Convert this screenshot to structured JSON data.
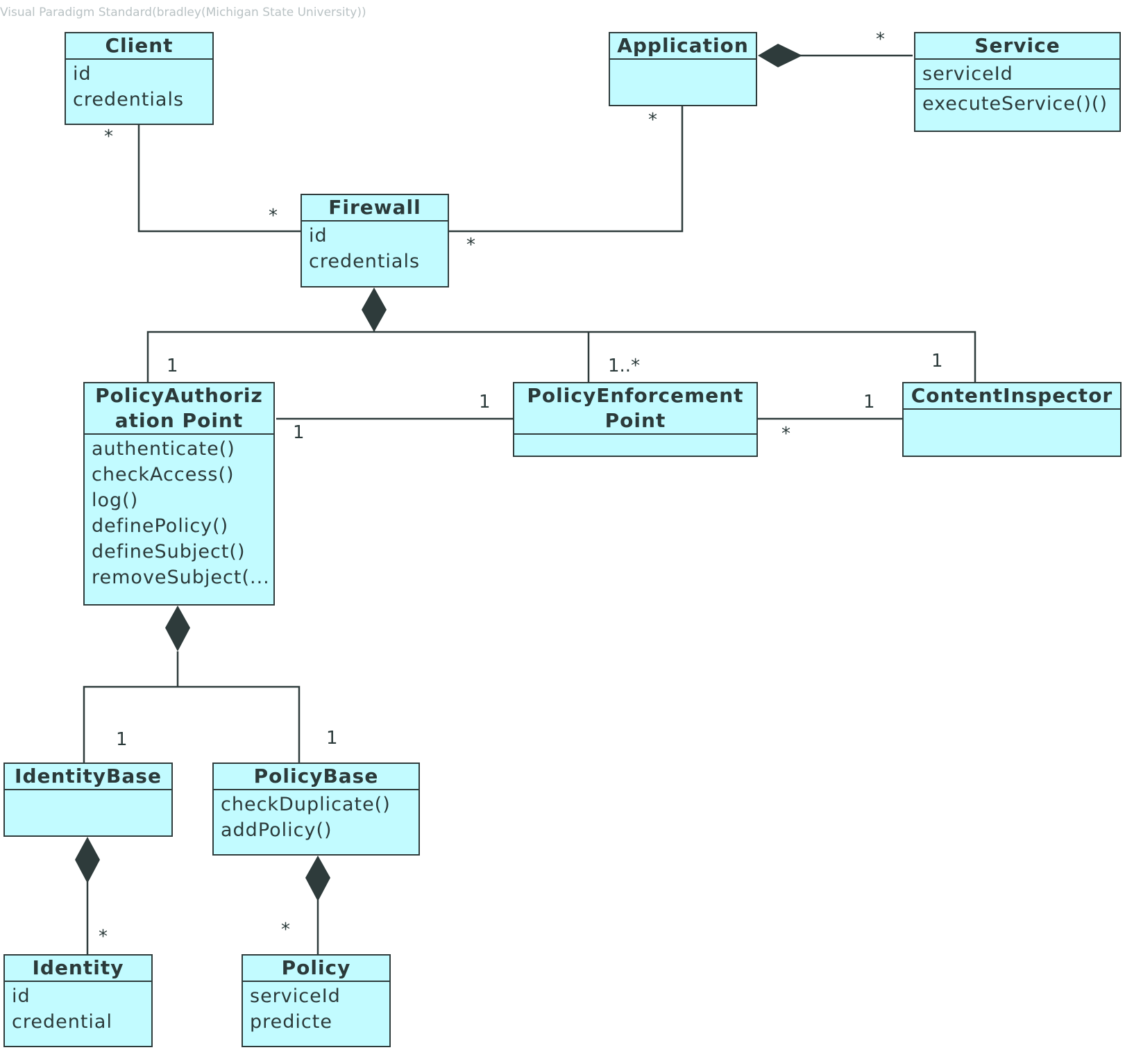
{
  "watermark": "Visual Paradigm Standard(bradley(Michigan State University))",
  "classes": {
    "client": {
      "name": "Client",
      "attributes": [
        "id",
        "credentials"
      ]
    },
    "application": {
      "name": "Application"
    },
    "service": {
      "name": "Service",
      "attributes": [
        "serviceId"
      ],
      "operations": [
        "executeService()()"
      ]
    },
    "firewall": {
      "name": "Firewall",
      "attributes": [
        "id",
        "credentials"
      ]
    },
    "pap": {
      "name_line1": "PolicyAuthoriz",
      "name_line2": "ation Point",
      "operations": [
        "authenticate()",
        "checkAccess()",
        "log()",
        "definePolicy()",
        "defineSubject()",
        "removeSubject(..."
      ]
    },
    "pep": {
      "name_line1": "PolicyEnforcement",
      "name_line2": "Point"
    },
    "content_inspector": {
      "name": "ContentInspector"
    },
    "identity_base": {
      "name": "IdentityBase"
    },
    "policy_base": {
      "name": "PolicyBase",
      "operations": [
        "checkDuplicate()",
        "addPolicy()"
      ]
    },
    "identity": {
      "name": "Identity",
      "attributes": [
        "id",
        "credential"
      ]
    },
    "policy": {
      "name": "Policy",
      "attributes": [
        "serviceId",
        "predicte"
      ]
    }
  },
  "multiplicities": {
    "app_service": "*",
    "client_fw_client": "*",
    "client_fw_fw": "*",
    "app_fw_app": "*",
    "app_fw_fw": "*",
    "fw_pap": "1",
    "fw_pep": "1..*",
    "fw_ci": "1",
    "pap_pep_pap": "1",
    "pap_pep_pep": "1",
    "pep_ci_pep": "*",
    "pep_ci_ci": "1",
    "pap_ib": "1",
    "pap_pb": "1",
    "ib_identity": "*",
    "pb_policy": "*"
  },
  "colors": {
    "class_fill": "#c2fbff",
    "border": "#2e3b3b",
    "diamond": "#2e3b3b"
  }
}
